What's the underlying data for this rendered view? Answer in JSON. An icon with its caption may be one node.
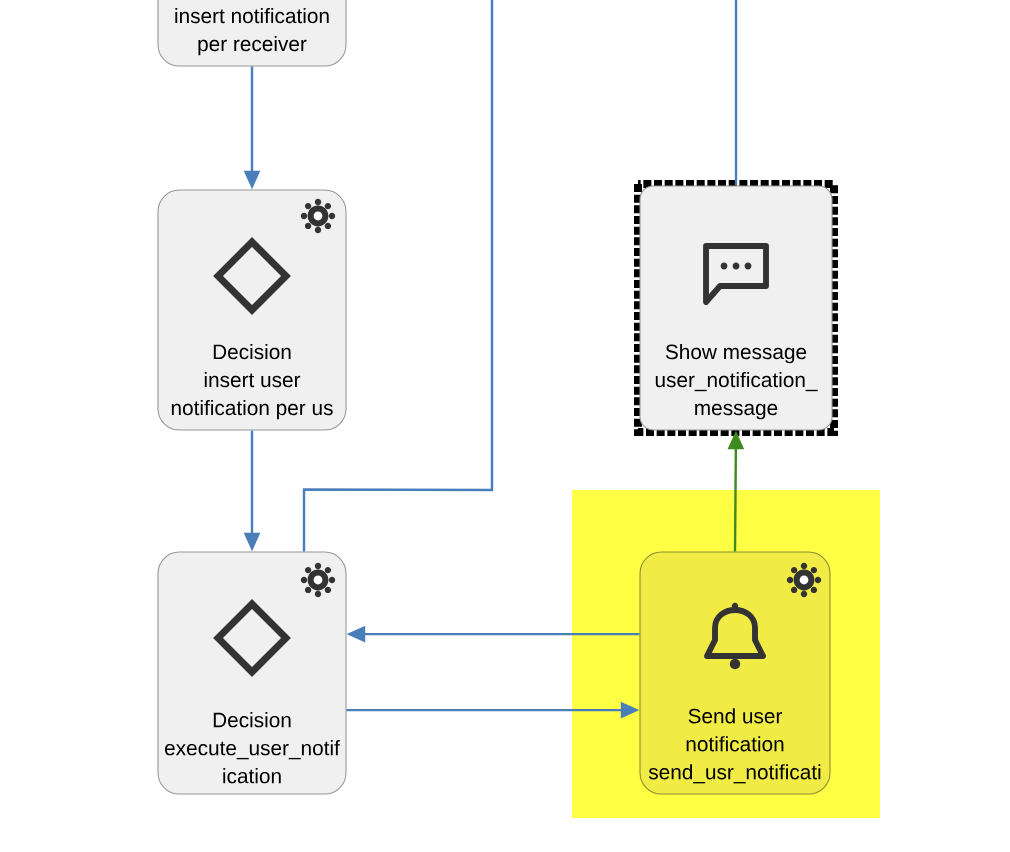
{
  "diagram": {
    "nodes": [
      {
        "text": [
          "insert notification per receiver"
        ]
      },
      {
        "text": [
          "Decision",
          "insert user notification per us"
        ]
      },
      {
        "text": [
          "Decision",
          "execute_user_notif ication"
        ]
      },
      {
        "text": [
          "Show message",
          "user_notification_ message"
        ]
      },
      {
        "text": [],
        "shape": "box"
      },
      {
        "text": [
          "Send user notification",
          "send_usr_notificati"
        ],
        "in": 4
      }
    ],
    "edges": [
      {
        "from": 0,
        "to": 1,
        "arrow": "to"
      },
      {
        "from": 1,
        "to": 2,
        "arrow": "to"
      },
      {
        "from": 2,
        "to": null,
        "arrow": "none"
      },
      {
        "from": null,
        "to": 3,
        "arrow": "none"
      },
      {
        "from": 5,
        "to": 3,
        "arrow": "to",
        "color": "#3f8a1e"
      },
      {
        "from": 5,
        "to": 2,
        "arrow": "to"
      },
      {
        "from": 2,
        "to": 5,
        "arrow": "to"
      }
    ]
  }
}
